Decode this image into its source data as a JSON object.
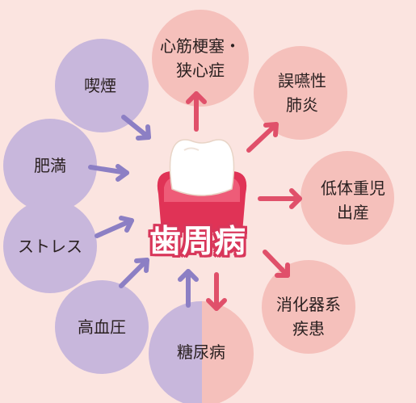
{
  "center": {
    "label": "歯周病",
    "icon": "tooth-with-gum-icon"
  },
  "causes": [
    {
      "label_lines": [
        "喫煙"
      ]
    },
    {
      "label_lines": [
        "肥満"
      ]
    },
    {
      "label_lines": [
        "ストレス"
      ]
    },
    {
      "label_lines": [
        "高血圧"
      ]
    },
    {
      "label_lines": [
        "糖尿病"
      ]
    }
  ],
  "effects": [
    {
      "label_lines": [
        "心筋梗塞・",
        "狭心症"
      ]
    },
    {
      "label_lines": [
        "誤嚥性",
        "肺炎"
      ]
    },
    {
      "label_lines": [
        "低体重児",
        "出産"
      ]
    },
    {
      "label_lines": [
        "消化器系",
        "疾患"
      ]
    },
    {
      "label_lines": [
        "糖尿病"
      ]
    }
  ],
  "colors": {
    "background": "#fbe4e0",
    "cause_circle": "#c8b7dc",
    "effect_circle": "#f5c0bb",
    "cause_arrow": "#8c7fc4",
    "effect_arrow": "#e0506a",
    "center_text_outline": "#d8365a"
  }
}
